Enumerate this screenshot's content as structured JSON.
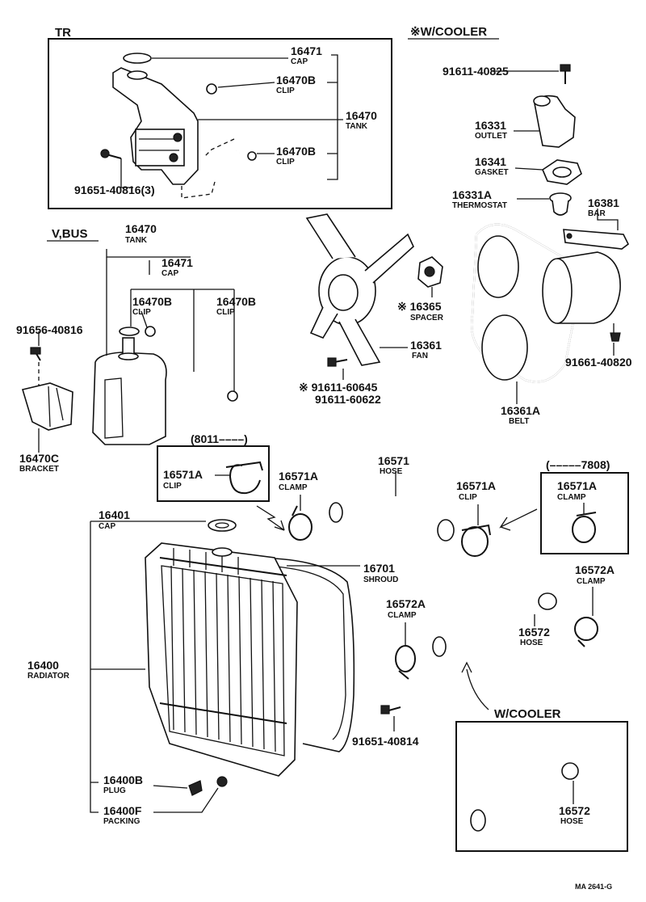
{
  "sections": {
    "tr": "TR",
    "w_cooler_top": "※W/COOLER",
    "vbus": "V,BUS",
    "date_from": "(8011––––)",
    "date_to": "(–––––7808)",
    "w_cooler_bottom": "W/COOLER"
  },
  "parts": {
    "tr_cap": {
      "no": "16471",
      "name": "CAP"
    },
    "tr_clip1": {
      "no": "16470B",
      "name": "CLIP"
    },
    "tr_tank": {
      "no": "16470",
      "name": "TANK"
    },
    "tr_clip2": {
      "no": "16470B",
      "name": "CLIP"
    },
    "tr_bolt": {
      "no": "91651-40816(3)"
    },
    "cooler_bolt": {
      "no": "91611-40825"
    },
    "outlet": {
      "no": "16331",
      "name": "OUTLET"
    },
    "gasket": {
      "no": "16341",
      "name": "GASKET"
    },
    "thermostat": {
      "no": "16331A",
      "name": "THERMOSTAT"
    },
    "bar": {
      "no": "16381",
      "name": "BAR"
    },
    "vb_tank": {
      "no": "16470",
      "name": "TANK"
    },
    "vb_cap": {
      "no": "16471",
      "name": "CAP"
    },
    "vb_clip1": {
      "no": "16470B",
      "name": "CLIP"
    },
    "vb_clip2": {
      "no": "16470B",
      "name": "CLIP"
    },
    "vb_bolt": {
      "no": "91656-40816"
    },
    "bracket": {
      "no": "16470C",
      "name": "BRACKET"
    },
    "spacer": {
      "no": "※ 16365",
      "name": "SPACER"
    },
    "fan": {
      "no": "16361",
      "name": "FAN"
    },
    "fan_bolt1": {
      "no": "※ 91611-60645"
    },
    "fan_bolt2": {
      "no": "91611-60622"
    },
    "belt_bolt": {
      "no": "91661-40820"
    },
    "belt": {
      "no": "16361A",
      "name": "BELT"
    },
    "clip_new": {
      "no": "16571A",
      "name": "CLIP"
    },
    "clamp_a": {
      "no": "16571A",
      "name": "CLAMP"
    },
    "upper_hose": {
      "no": "16571",
      "name": "HOSE"
    },
    "clip_b": {
      "no": "16571A",
      "name": "CLIP"
    },
    "clamp_old": {
      "no": "16571A",
      "name": "CLAMP"
    },
    "rad_cap": {
      "no": "16401",
      "name": "CAP"
    },
    "shroud": {
      "no": "16701",
      "name": "SHROUD"
    },
    "radiator": {
      "no": "16400",
      "name": "RADIATOR"
    },
    "lower_clamp1": {
      "no": "16572A",
      "name": "CLAMP"
    },
    "lower_clamp2": {
      "no": "16572A",
      "name": "CLAMP"
    },
    "lower_hose": {
      "no": "16572",
      "name": "HOSE"
    },
    "shroud_bolt": {
      "no": "91651-40814"
    },
    "plug": {
      "no": "16400B",
      "name": "PLUG"
    },
    "packing": {
      "no": "16400F",
      "name": "PACKING"
    },
    "cooler_hose": {
      "no": "16572",
      "name": "HOSE"
    }
  },
  "footer": "MA 2641-G"
}
